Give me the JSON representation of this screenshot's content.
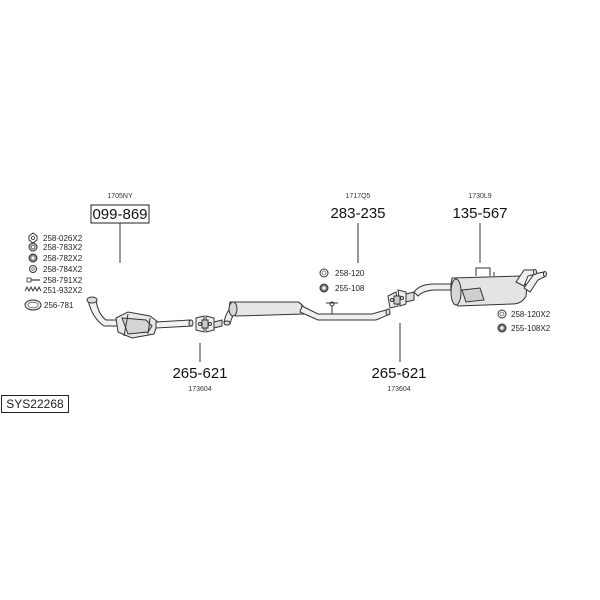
{
  "system_code": "SYS22268",
  "parts": [
    {
      "id": "catalyst",
      "number": "099-869",
      "ref": "1705NY",
      "boxed": true
    },
    {
      "id": "centre-silencer",
      "number": "283-235",
      "ref": "1717Q5"
    },
    {
      "id": "rear-silencer",
      "number": "135-567",
      "ref": "1730L9"
    },
    {
      "id": "clamp-left",
      "number": "265-621",
      "ref": "173604"
    },
    {
      "id": "clamp-right",
      "number": "265-621",
      "ref": "173604"
    }
  ],
  "hardware_left": [
    {
      "label": "258-026X2",
      "icon": "hex-nut-icon"
    },
    {
      "label": "258-783X2",
      "icon": "gasket-ring-icon"
    },
    {
      "label": "258-782X2",
      "icon": "rubber-ring-icon"
    },
    {
      "label": "258-784X2",
      "icon": "washer-icon"
    },
    {
      "label": "258-791X2",
      "icon": "bolt-icon"
    },
    {
      "label": "251-932X2",
      "icon": "spring-icon"
    },
    {
      "label": "256-781",
      "icon": "seal-ring-icon"
    }
  ],
  "hardware_centre": [
    {
      "label": "258-120",
      "icon": "hanger-ring-icon"
    },
    {
      "label": "255-108",
      "icon": "rubber-mount-icon"
    }
  ],
  "hardware_right": [
    {
      "label": "258-120X2",
      "icon": "hanger-ring-icon"
    },
    {
      "label": "255-108X2",
      "icon": "rubber-mount-icon"
    }
  ]
}
